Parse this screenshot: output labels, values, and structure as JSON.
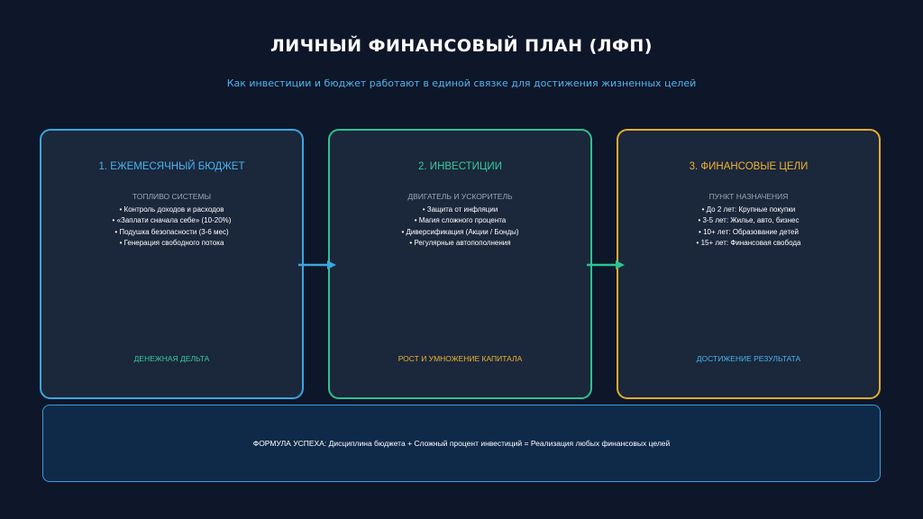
{
  "header": {
    "title": "ЛИЧНЫЙ ФИНАНСОВЫЙ ПЛАН (ЛФП)",
    "subtitle": "Как инвестиции и бюджет работают в единой связке для достижения жизненных целей"
  },
  "cards": [
    {
      "title": "1. ЕЖЕМЕСЯЧНЫЙ БЮДЖЕТ",
      "subtitle": "ТОПЛИВО СИСТЕМЫ",
      "items": [
        "Контроль доходов и расходов",
        "«Заплати сначала себе» (10-20%)",
        "Подушка безопасности (3-6 мес)",
        "Генерация свободного потока"
      ],
      "footer": "ДЕНЕЖНАЯ ДЕЛЬТА",
      "border_color": "#3ba6e0"
    },
    {
      "title": "2. ИНВЕСТИЦИИ",
      "subtitle": "ДВИГАТЕЛЬ И УСКОРИТЕЛЬ",
      "items": [
        "Защита от инфляции",
        "Магия сложного процента",
        "Диверсификация (Акции / Бонды)",
        "Регулярные автопополнения"
      ],
      "footer": "РОСТ И УМНОЖЕНИЕ КАПИТАЛА",
      "border_color": "#2fc191"
    },
    {
      "title": "3. ФИНАНСОВЫЕ ЦЕЛИ",
      "subtitle": "ПУНКТ НАЗНАЧЕНИЯ",
      "items": [
        "До 2 лет: Крупные покупки",
        "3-5 лет: Жилье, авто, бизнес",
        "10+ лет: Образование детей",
        "15+ лет: Финансовая свобода"
      ],
      "footer": "ДОСТИЖЕНИЕ РЕЗУЛЬТАТА",
      "border_color": "#e2ac2c"
    }
  ],
  "arrows": [
    {
      "icon": "arrow-right-icon",
      "color": "#3ba6e0"
    },
    {
      "icon": "arrow-right-icon",
      "color": "#2fc191"
    }
  ],
  "formula": {
    "text": "ФОРМУЛА УСПЕХА: Дисциплина бюджета + Сложный процент инвестиций = Реализация любых финансовых целей"
  },
  "colors": {
    "background": "#0e1629",
    "card_background": "#1b273b",
    "accent_blue": "#48b4ef",
    "accent_green": "#35cb9d",
    "accent_gold": "#efb433"
  }
}
